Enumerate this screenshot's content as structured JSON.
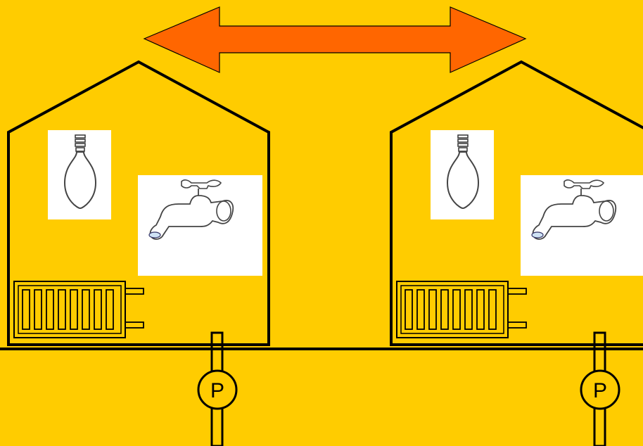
{
  "colors": {
    "background": "#FFCC00",
    "arrow_fill": "#FF6600",
    "line": "#000000",
    "card": "#FFFFFF"
  },
  "arrow": {
    "icon": "double-headed-arrow-icon"
  },
  "houses": [
    {
      "id": "left",
      "icons": [
        "house-outline-icon",
        "light-bulb-icon",
        "water-tap-icon",
        "radiator-icon"
      ],
      "pump": {
        "label": "P",
        "icon": "pump-icon"
      }
    },
    {
      "id": "right",
      "icons": [
        "house-outline-icon",
        "light-bulb-icon",
        "water-tap-icon",
        "radiator-icon"
      ],
      "pump": {
        "label": "P",
        "icon": "pump-icon"
      }
    }
  ]
}
